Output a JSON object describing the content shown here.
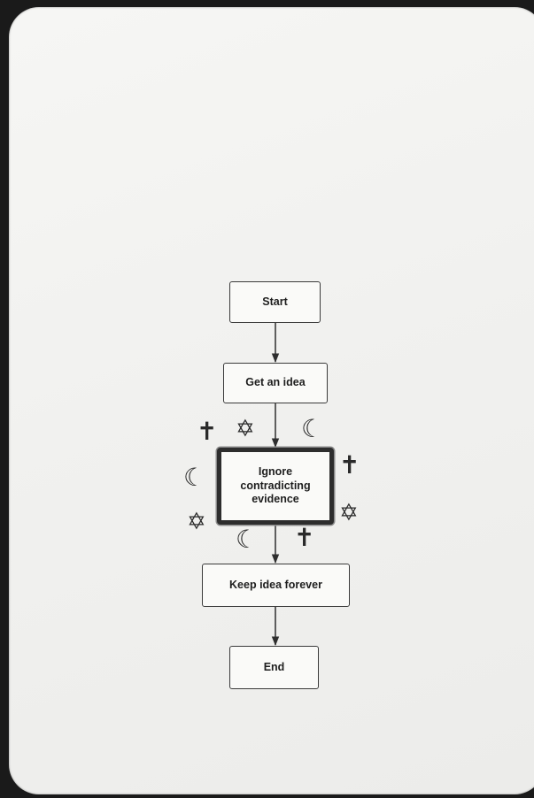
{
  "flowchart": {
    "nodes": [
      {
        "id": "start",
        "label": "Start"
      },
      {
        "id": "get-idea",
        "label": "Get an idea"
      },
      {
        "id": "ignore-evidence",
        "label": "Ignore\ncontradicting\nevidence"
      },
      {
        "id": "keep-idea",
        "label": "Keep idea forever"
      },
      {
        "id": "end",
        "label": "End"
      }
    ],
    "edges": [
      {
        "from": "start",
        "to": "get-idea"
      },
      {
        "from": "get-idea",
        "to": "ignore-evidence"
      },
      {
        "from": "ignore-evidence",
        "to": "keep-idea"
      },
      {
        "from": "keep-idea",
        "to": "end"
      }
    ],
    "decorations": [
      "cross-icon",
      "star-of-david-icon",
      "crescent-icon"
    ]
  },
  "colors": {
    "card": "#f3f3f1",
    "border": "#3a3a3a",
    "highlight_border": "#2d2d2d",
    "frame": "#1a1a1a"
  }
}
